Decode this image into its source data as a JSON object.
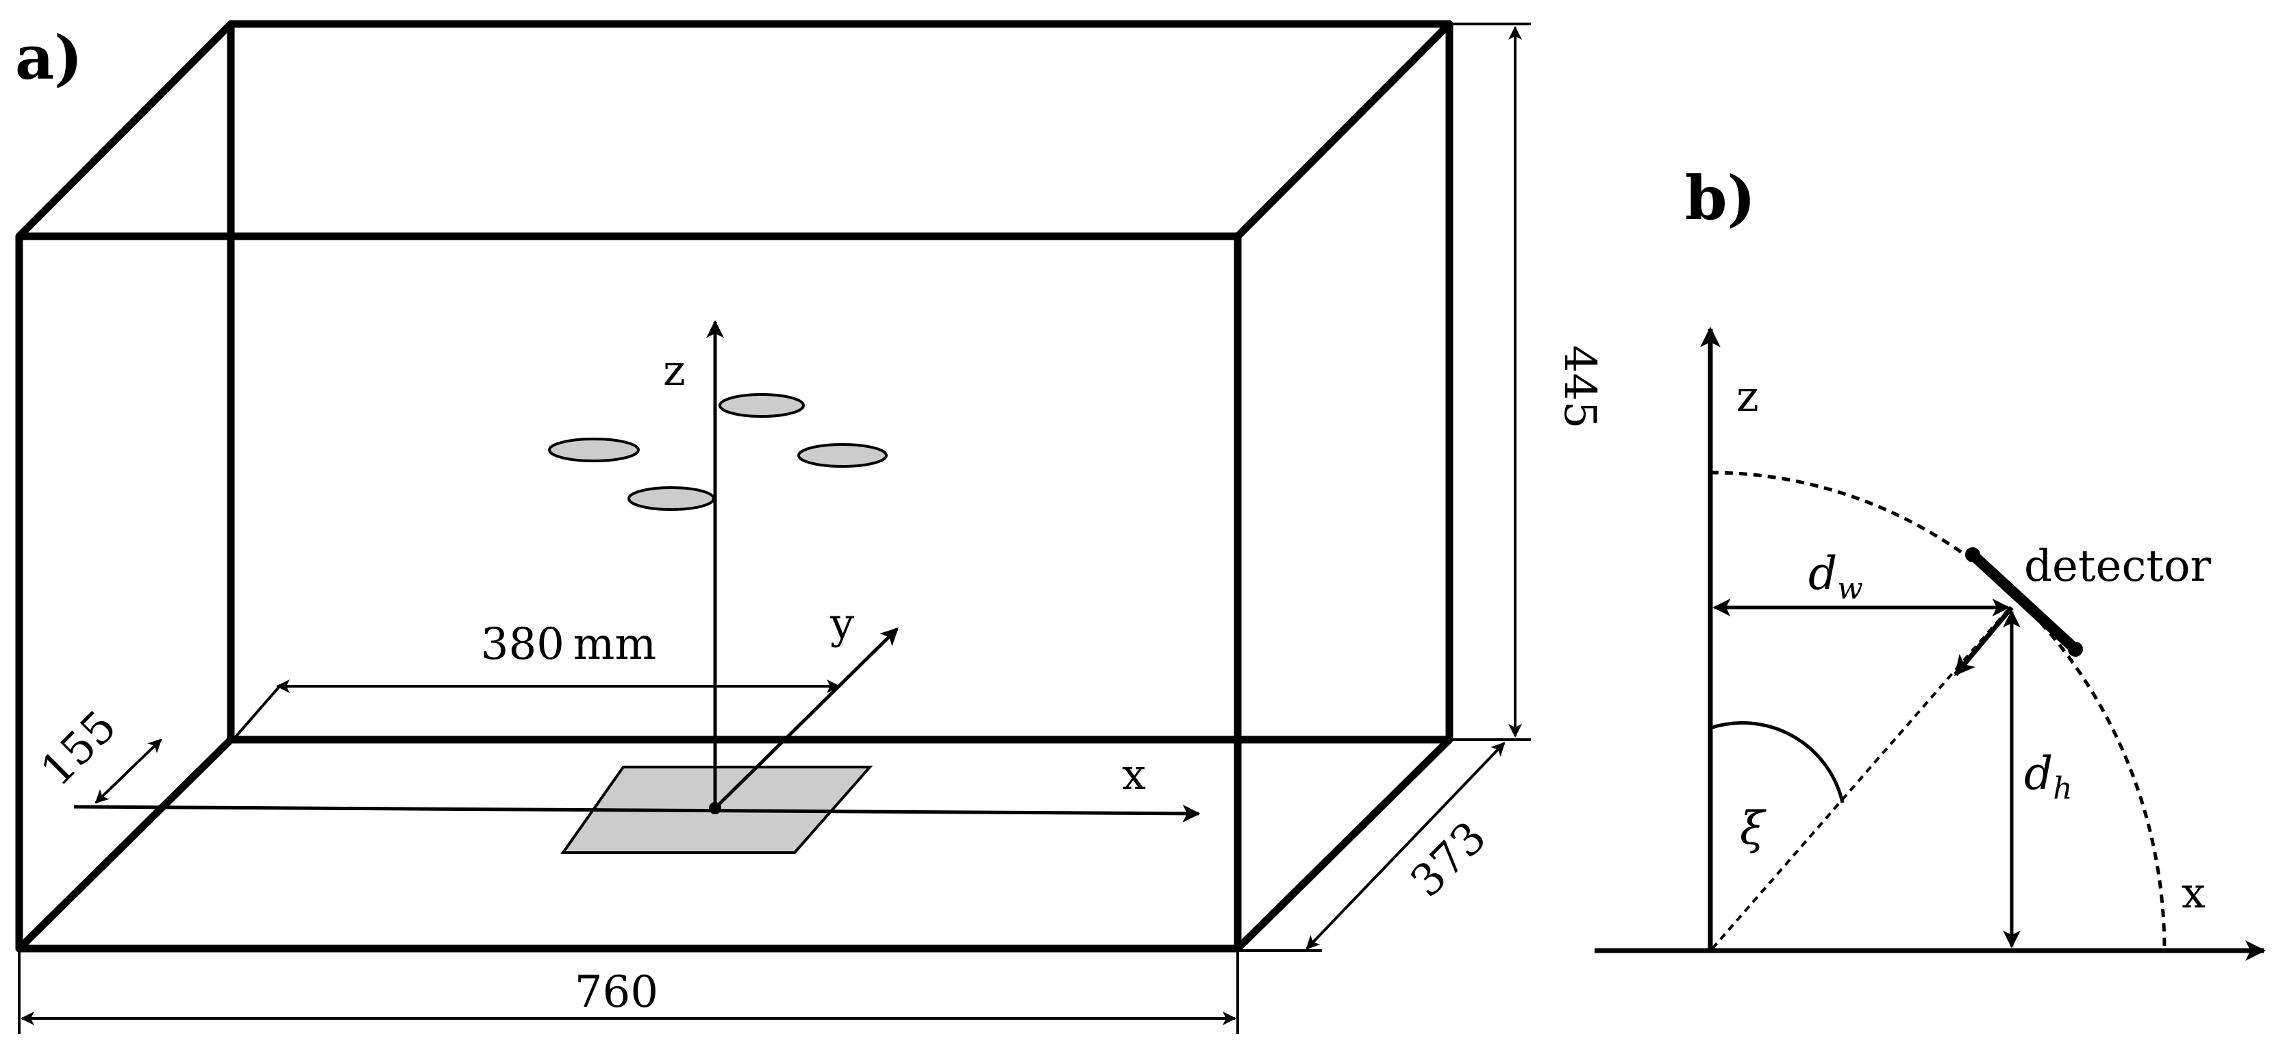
{
  "panel_a": {
    "label": "a)",
    "axis_x": "x",
    "axis_y": "y",
    "axis_z": "z",
    "dim_width": "760",
    "dim_height": "445",
    "dim_depth": "373",
    "dim_offset": "155",
    "dim_center": "380 mm"
  },
  "panel_b": {
    "label": "b)",
    "axis_x": "x",
    "axis_z": "z",
    "detector_label": "detector",
    "dw_base": "d",
    "dw_sub": "w",
    "dh_base": "d",
    "dh_sub": "h",
    "angle_label": "ξ"
  },
  "colors": {
    "line": "#000000",
    "fill_gray": "#cccccc",
    "background": "#ffffff"
  }
}
